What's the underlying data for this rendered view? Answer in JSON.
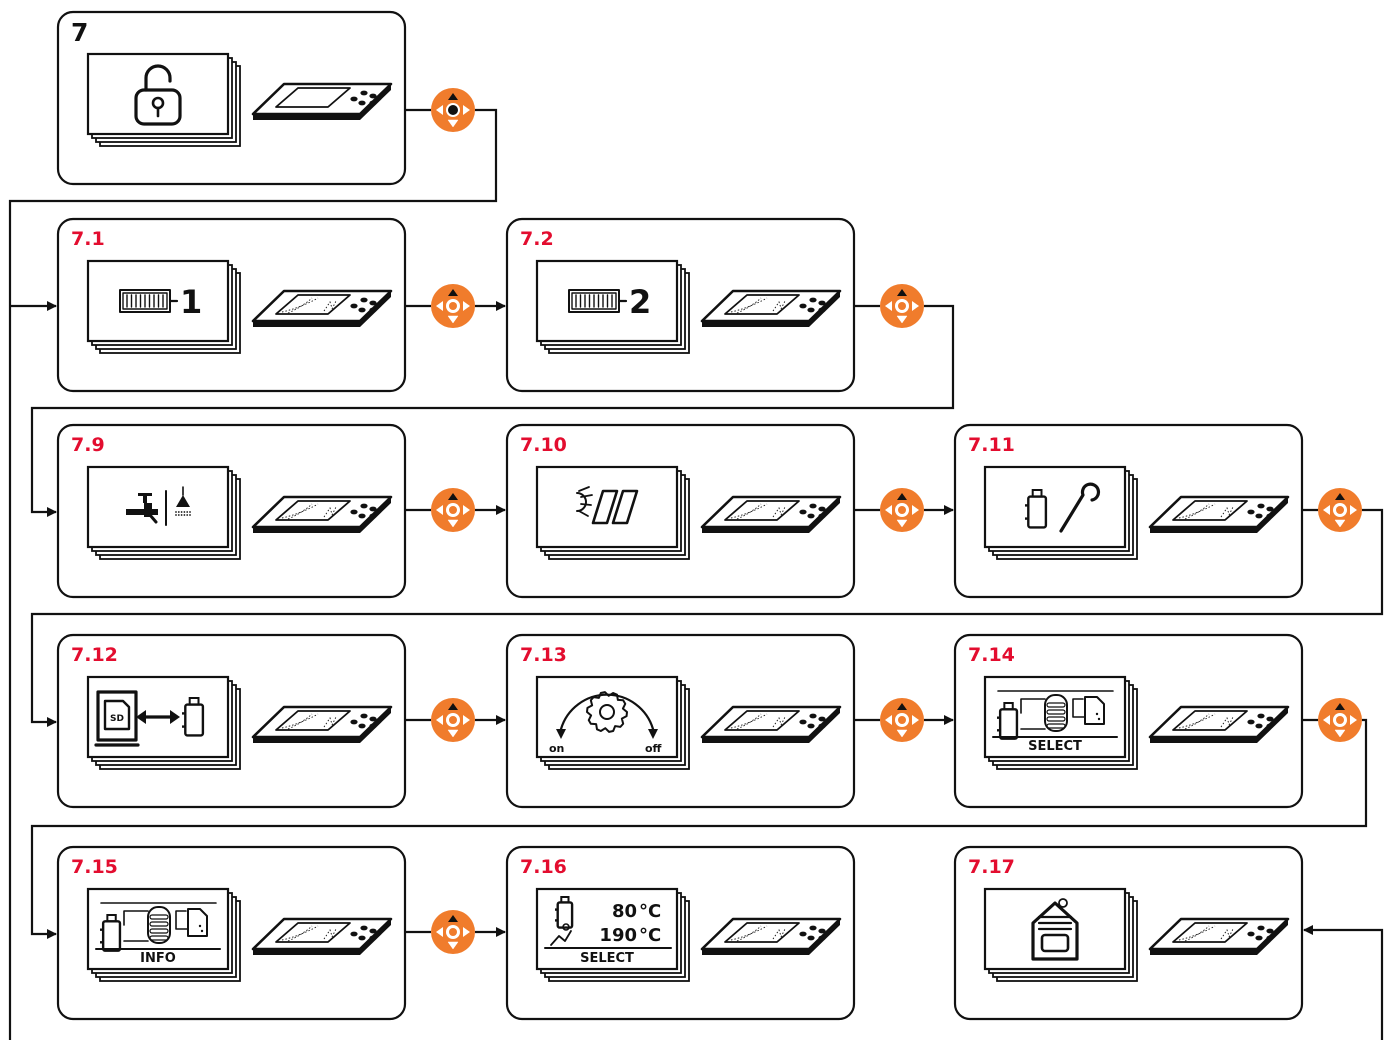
{
  "colors": {
    "accent_red": "#e30d2f",
    "nav_orange": "#f07c2c",
    "line": "#111111",
    "background": "#ffffff"
  },
  "menu": {
    "root": {
      "id": "7",
      "icon": "unlock-padlock-icon"
    },
    "items": [
      {
        "id": "7.1",
        "icon": "radiator-icon",
        "caption": "1"
      },
      {
        "id": "7.2",
        "icon": "radiator-icon",
        "caption": "2"
      },
      {
        "id": "7.9",
        "icon": "tap-shower-icon",
        "caption": ""
      },
      {
        "id": "7.10",
        "icon": "solar-collector-icon",
        "caption": ""
      },
      {
        "id": "7.11",
        "icon": "boiler-wrench-icon",
        "caption": ""
      },
      {
        "id": "7.12",
        "icon": "sd-card-transfer-icon",
        "caption": ""
      },
      {
        "id": "7.13",
        "icon": "gear-on-off-icon",
        "caption": "",
        "on": "on",
        "off": "off"
      },
      {
        "id": "7.14",
        "icon": "hydraulic-schema-icon",
        "caption": "SELECT"
      },
      {
        "id": "7.15",
        "icon": "hydraulic-schema-icon",
        "caption": "INFO"
      },
      {
        "id": "7.16",
        "icon": "boiler-temperature-icon",
        "caption": "SELECT",
        "t1": "80",
        "t2": "190",
        "unit": "°C"
      },
      {
        "id": "7.17",
        "icon": "house-heating-icon",
        "caption": ""
      }
    ]
  },
  "icons": {
    "device": "control-panel-device-icon",
    "nav": "navigation-pad-icon",
    "arrow": "arrow-right-icon"
  }
}
